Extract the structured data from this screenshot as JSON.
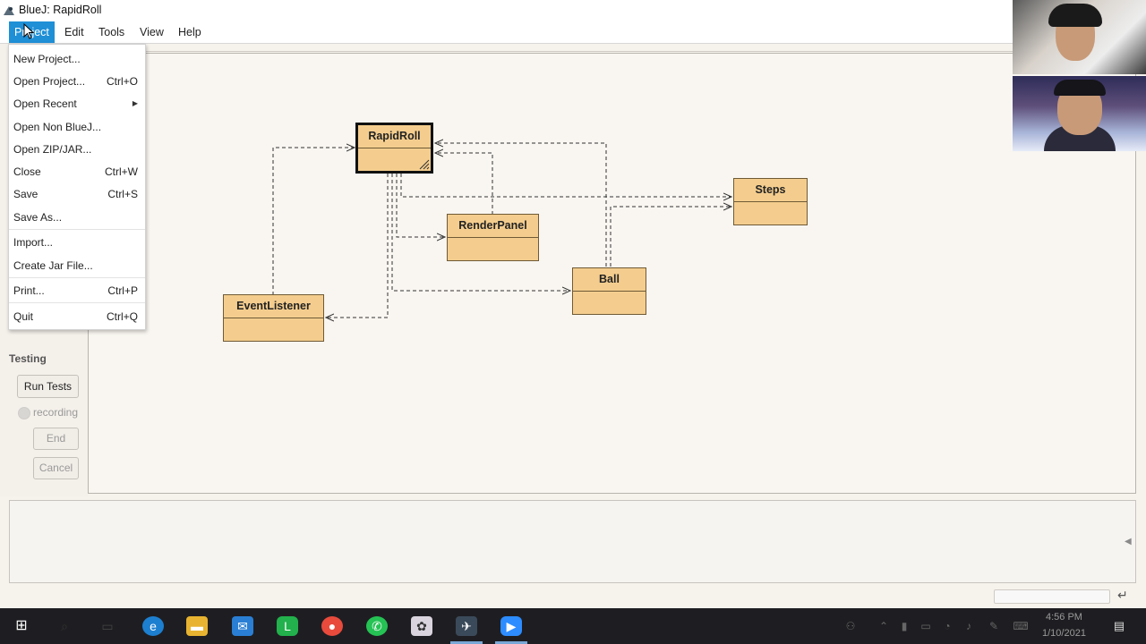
{
  "window": {
    "title": "BlueJ:  RapidRoll"
  },
  "menubar": {
    "items": [
      {
        "label": "Project",
        "active": true
      },
      {
        "label": "Edit"
      },
      {
        "label": "Tools"
      },
      {
        "label": "View"
      },
      {
        "label": "Help"
      }
    ]
  },
  "project_menu": {
    "items": [
      {
        "label": "New Project...",
        "shortcut": ""
      },
      {
        "label": "Open Project...",
        "shortcut": "Ctrl+O"
      },
      {
        "label": "Open Recent",
        "shortcut": "",
        "submenu": true
      },
      {
        "label": "Open Non BlueJ...",
        "shortcut": ""
      },
      {
        "label": "Open ZIP/JAR...",
        "shortcut": ""
      },
      {
        "label": "Close",
        "shortcut": "Ctrl+W"
      },
      {
        "label": "Save",
        "shortcut": "Ctrl+S"
      },
      {
        "label": "Save As...",
        "shortcut": ""
      },
      {
        "label": "Import...",
        "shortcut": ""
      },
      {
        "label": "Create Jar File...",
        "shortcut": ""
      },
      {
        "label": "Print...",
        "shortcut": "Ctrl+P"
      },
      {
        "label": "Quit",
        "shortcut": "Ctrl+Q"
      }
    ]
  },
  "testing": {
    "label": "Testing",
    "run_tests": "Run Tests",
    "recording": "recording",
    "end": "End",
    "cancel": "Cancel"
  },
  "diagram": {
    "classes": [
      {
        "name": "RapidRoll",
        "selected": true
      },
      {
        "name": "Steps"
      },
      {
        "name": "RenderPanel"
      },
      {
        "name": "Ball"
      },
      {
        "name": "EventListener"
      }
    ]
  },
  "taskbar": {
    "time": "4:56 PM",
    "date": "1/10/2021"
  },
  "colors": {
    "class_fill": "#f4cd8e",
    "menu_highlight": "#1f8fd6",
    "taskbar": "#1e1e22"
  }
}
